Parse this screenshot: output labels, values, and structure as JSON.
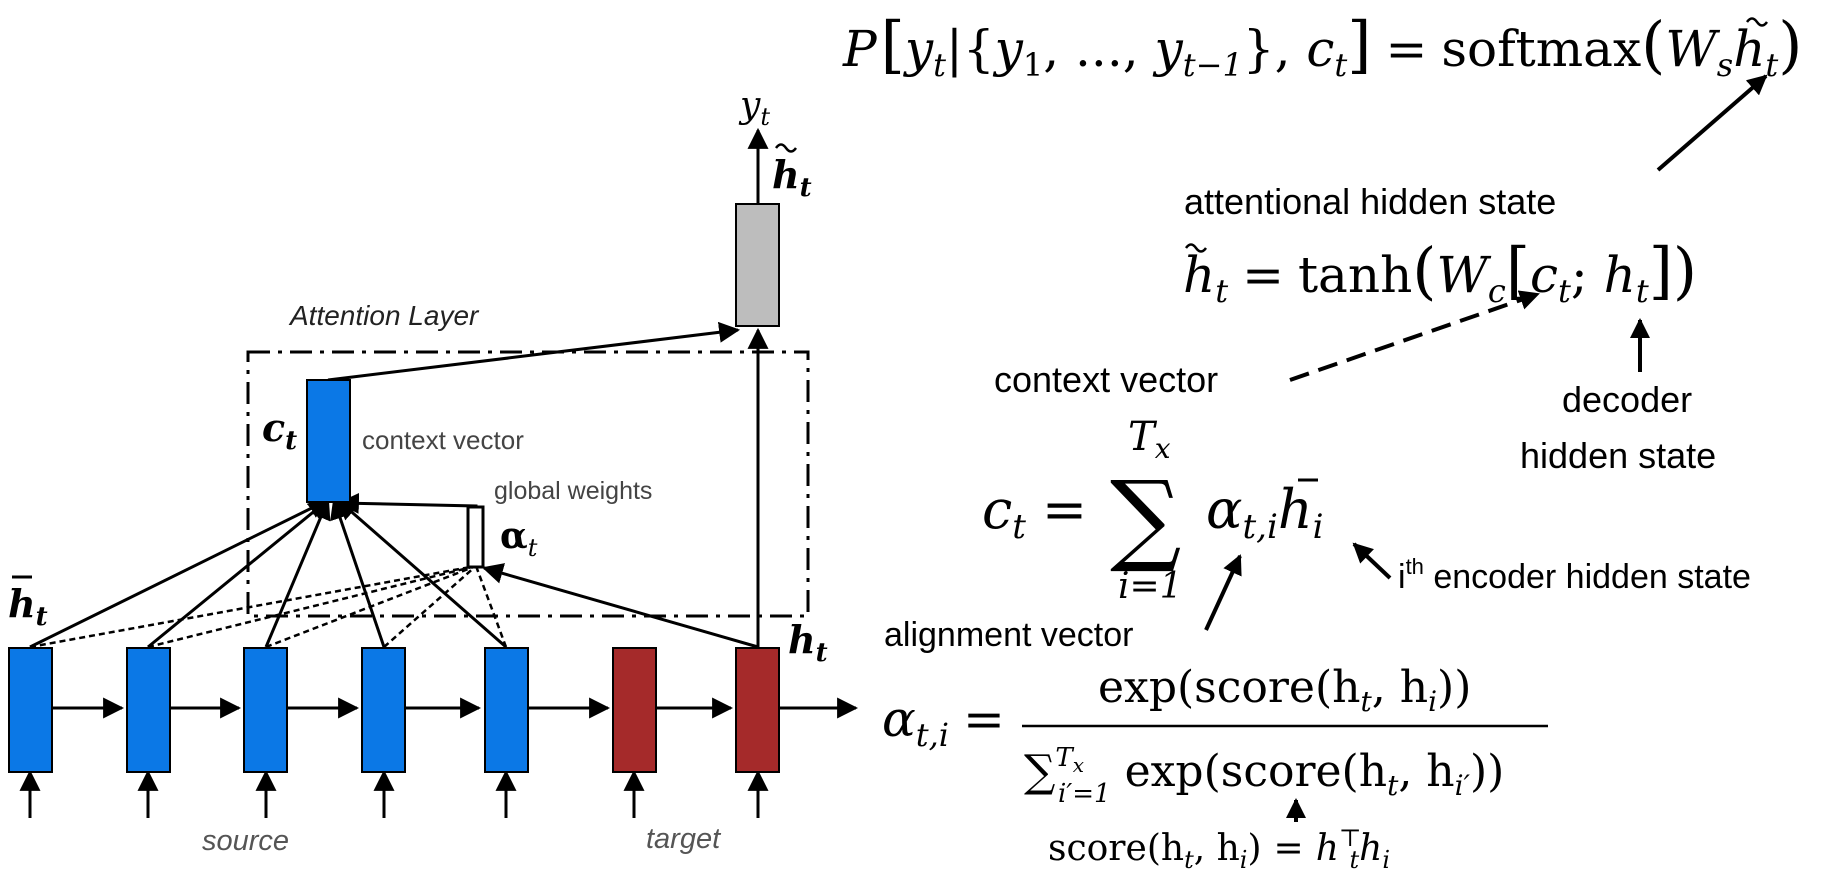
{
  "colors": {
    "encoder": "#0b78e6",
    "decoder": "#a52a2a",
    "attentional": "#bdbdbd",
    "ink": "#000000",
    "label": "#444444"
  },
  "diagram": {
    "attention_layer_title": "Attention Layer",
    "context_vector_label": "context vector",
    "global_weights_label": "global weights",
    "source_label": "source",
    "target_label": "target",
    "symbols": {
      "ct": "c",
      "ct_sub": "t",
      "alpha": "α",
      "alpha_sub": "t",
      "hbar": "h",
      "hbar_sub": "t",
      "ht": "h",
      "ht_sub": "t",
      "htilde": "h",
      "htilde_sub": "t",
      "yt": "y",
      "yt_sub": "t"
    }
  },
  "annotations": {
    "attentional_hidden_state": "attentional hidden state",
    "context_vector": "context vector",
    "decoder_line1": "decoder",
    "decoder_line2": "hidden state",
    "encoder_hidden_state_i": "i",
    "encoder_hidden_state_sup": "th",
    "encoder_hidden_state_rest": " encoder hidden state",
    "alignment_vector": "alignment vector"
  },
  "equations": {
    "prob": {
      "p": "P",
      "open": "[",
      "y": "y",
      "sub_t": "t",
      "bar": "|",
      "set_open": "{",
      "y1": "y",
      "sub_1": "1",
      "dots": ", ..., ",
      "sub_tm1": "t−1",
      "set_close": "}, ",
      "c": "c",
      "close": "]",
      "eq": "=",
      "softmax": "softmax",
      "paren_open": "(",
      "w": "W",
      "sub_s": "s",
      "h": "h",
      "paren_close": ")"
    },
    "tanh": {
      "h": "h",
      "sub_t": "t",
      "eq": "=",
      "fn": "tanh",
      "open": "(",
      "w": "W",
      "sub_c": "c",
      "bopen": "[",
      "c": "c",
      "semi": "; ",
      "h2": "h",
      "bclose": "]",
      "close": ")"
    },
    "sum": {
      "c": "c",
      "sub_t": "t",
      "eq": "=",
      "sigma": "∑",
      "upper": "T",
      "upper_sub": "x",
      "lower": "i=1",
      "alpha": "α",
      "alpha_sub": "t,i",
      "h": "h",
      "h_sub": "i"
    },
    "align": {
      "alpha": "α",
      "alpha_sub": "t,i",
      "eq": "=",
      "num": "exp(score(h",
      "num_sub_t": "t",
      "num_mid": ", h",
      "num_sub_i": "i",
      "num_close": "))",
      "den_sigma": "∑",
      "den_upper": "T",
      "den_upper_sub": "x",
      "den_lower": "i′=1",
      "den_exp": " exp(score(h",
      "den_sub_t": "t",
      "den_mid": ", h",
      "den_sub_ip": "i′",
      "den_close": "))"
    },
    "score": {
      "lhs": "score(h",
      "sub_t": "t",
      "mid": ", h",
      "sub_i": "i",
      "close": ")",
      "eq": "=",
      "h": "h",
      "sup_T": "⊤",
      "sub_t2": "t",
      "h2": "h",
      "sub_i2": "i"
    }
  }
}
